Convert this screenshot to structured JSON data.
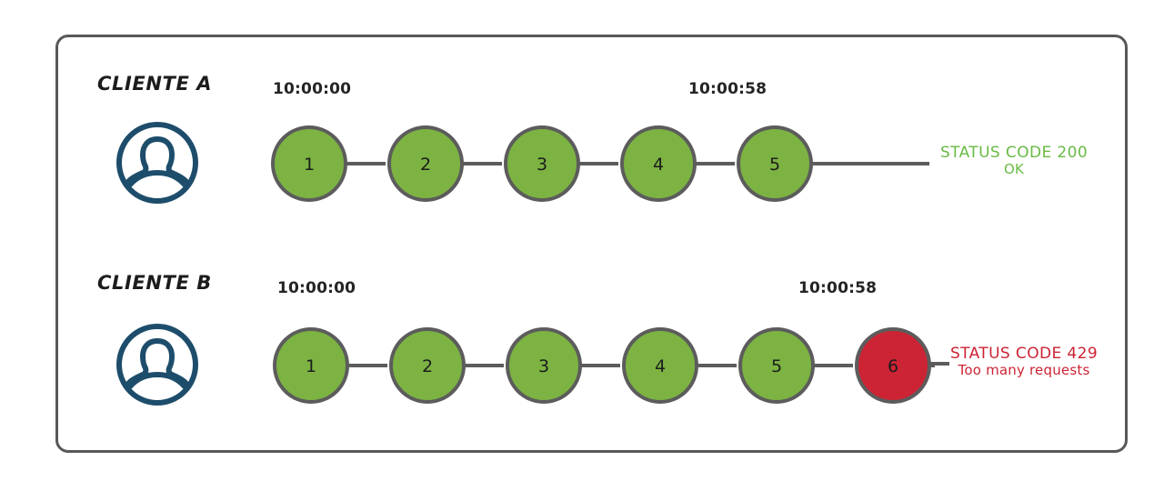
{
  "diagram": {
    "title_visible": false,
    "colors": {
      "frame_border": "#58585a",
      "node_green": "#7cb342",
      "node_red": "#cc2434",
      "node_stroke": "#5c5c5c",
      "connector": "#5c5c5c",
      "avatar_blue": "#1d4d6b",
      "status_ok": "#6aba45",
      "status_error": "#cc2434",
      "background": "#ffffff"
    },
    "rows": [
      {
        "id": "client-a",
        "label": "CLIENTE A",
        "avatar_icon": "user-avatar-icon",
        "start_time": "10:00:00",
        "end_time": "10:00:58",
        "nodes": [
          {
            "number": "1",
            "state": "ok"
          },
          {
            "number": "2",
            "state": "ok"
          },
          {
            "number": "3",
            "state": "ok"
          },
          {
            "number": "4",
            "state": "ok"
          },
          {
            "number": "5",
            "state": "ok"
          }
        ],
        "status": {
          "state": "ok",
          "code": "STATUS CODE 200",
          "message": "OK"
        }
      },
      {
        "id": "client-b",
        "label": "CLIENTE B",
        "avatar_icon": "user-avatar-icon",
        "start_time": "10:00:00",
        "end_time": "10:00:58",
        "nodes": [
          {
            "number": "1",
            "state": "ok"
          },
          {
            "number": "2",
            "state": "ok"
          },
          {
            "number": "3",
            "state": "ok"
          },
          {
            "number": "4",
            "state": "ok"
          },
          {
            "number": "5",
            "state": "ok"
          },
          {
            "number": "6",
            "state": "error"
          }
        ],
        "status": {
          "state": "error",
          "code": "STATUS CODE 429",
          "message": "Too many requests"
        }
      }
    ]
  }
}
